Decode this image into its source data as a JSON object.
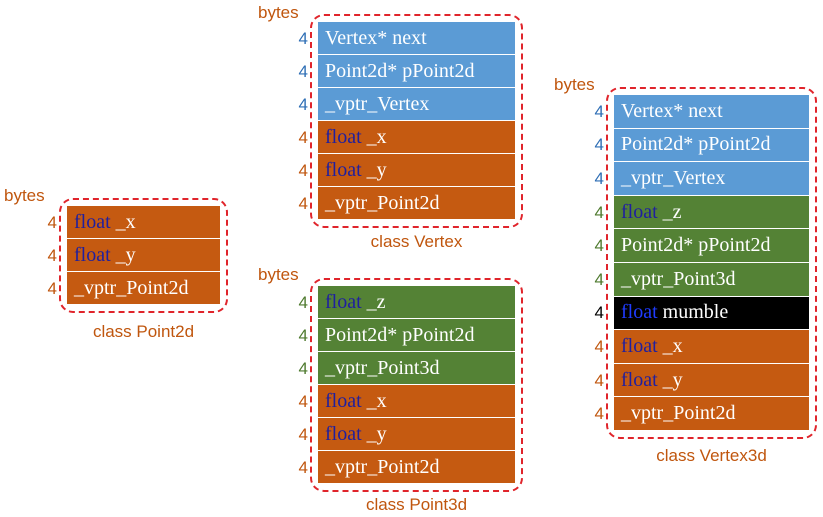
{
  "bytes_label": "bytes",
  "classes": [
    {
      "id": "point2d",
      "caption": "class Point2d",
      "rows": [
        {
          "size": "4",
          "color": "orange",
          "kw": "float",
          "text": " _x"
        },
        {
          "size": "4",
          "color": "orange",
          "kw": "float",
          "text": " _y"
        },
        {
          "size": "4",
          "color": "orange",
          "kw": "",
          "text": "_vptr_Point2d"
        }
      ]
    },
    {
      "id": "vertex",
      "caption": "class Vertex",
      "rows": [
        {
          "size": "4",
          "color": "blue",
          "kw": "",
          "text": "Vertex* next"
        },
        {
          "size": "4",
          "color": "blue",
          "kw": "",
          "text": "Point2d* pPoint2d"
        },
        {
          "size": "4",
          "color": "blue",
          "kw": "",
          "text": "_vptr_Vertex"
        },
        {
          "size": "4",
          "color": "orange",
          "kw": "float",
          "text": " _x"
        },
        {
          "size": "4",
          "color": "orange",
          "kw": "float",
          "text": " _y"
        },
        {
          "size": "4",
          "color": "orange",
          "kw": "",
          "text": "_vptr_Point2d"
        }
      ]
    },
    {
      "id": "point3d",
      "caption": "class Point3d",
      "rows": [
        {
          "size": "4",
          "color": "green",
          "kw": "float",
          "text": " _z"
        },
        {
          "size": "4",
          "color": "green",
          "kw": "",
          "text": "Point2d* pPoint2d"
        },
        {
          "size": "4",
          "color": "green",
          "kw": "",
          "text": "_vptr_Point3d"
        },
        {
          "size": "4",
          "color": "orange",
          "kw": "float",
          "text": " _x"
        },
        {
          "size": "4",
          "color": "orange",
          "kw": "float",
          "text": " _y"
        },
        {
          "size": "4",
          "color": "orange",
          "kw": "",
          "text": "_vptr_Point2d"
        }
      ]
    },
    {
      "id": "vertex3d",
      "caption": "class Vertex3d",
      "rows": [
        {
          "size": "4",
          "color": "blue",
          "kw": "",
          "text": "Vertex* next"
        },
        {
          "size": "4",
          "color": "blue",
          "kw": "",
          "text": "Point2d* pPoint2d"
        },
        {
          "size": "4",
          "color": "blue",
          "kw": "",
          "text": "_vptr_Vertex"
        },
        {
          "size": "4",
          "color": "green",
          "kw": "float",
          "text": " _z"
        },
        {
          "size": "4",
          "color": "green",
          "kw": "",
          "text": "Point2d* pPoint2d"
        },
        {
          "size": "4",
          "color": "green",
          "kw": "",
          "text": "_vptr_Point3d"
        },
        {
          "size": "4",
          "color": "black",
          "kw": "float",
          "text": " mumble"
        },
        {
          "size": "4",
          "color": "orange",
          "kw": "float",
          "text": " _x"
        },
        {
          "size": "4",
          "color": "orange",
          "kw": "float",
          "text": " _y"
        },
        {
          "size": "4",
          "color": "orange",
          "kw": "",
          "text": "_vptr_Point2d"
        }
      ]
    }
  ],
  "colors": {
    "blue": "#5b9bd5",
    "orange": "#c55a11",
    "green": "#548235",
    "black": "#000000",
    "frame": "#e0242b"
  }
}
